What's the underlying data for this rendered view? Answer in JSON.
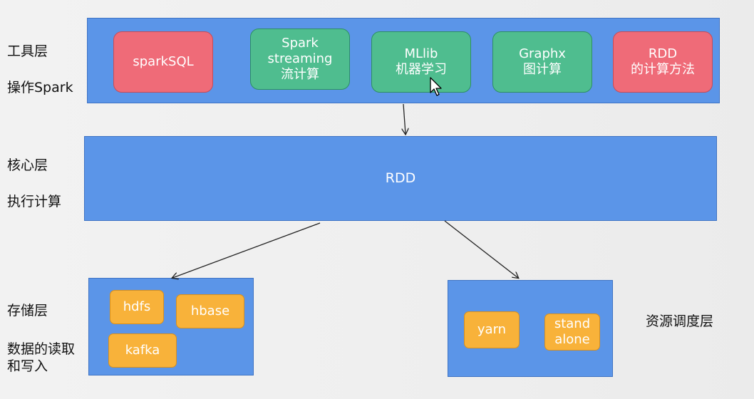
{
  "labels": {
    "tool_layer_title": "工具层",
    "tool_layer_desc": "操作Spark",
    "core_layer_title": "核心层",
    "core_layer_desc": "执行计算",
    "storage_layer_title": "存储层",
    "storage_layer_desc_1": "数据的读取",
    "storage_layer_desc_2": "和写入",
    "resource_layer_title": "资源调度层"
  },
  "tools": [
    {
      "lines": [
        "sparkSQL"
      ]
    },
    {
      "lines": [
        "Spark",
        "streaming",
        "流计算"
      ]
    },
    {
      "lines": [
        "MLlib",
        "机器学习"
      ]
    },
    {
      "lines": [
        "Graphx",
        "图计算"
      ]
    },
    {
      "lines": [
        "RDD",
        "的计算方法"
      ]
    }
  ],
  "core": {
    "label": "RDD"
  },
  "storage": {
    "items": [
      "hdfs",
      "hbase",
      "kafka"
    ]
  },
  "resource": {
    "items": [
      {
        "lines": [
          "yarn"
        ]
      },
      {
        "lines": [
          "stand",
          "alone"
        ]
      }
    ]
  },
  "colors": {
    "panel": "#5b95e8",
    "tool_red": "#ef6b78",
    "tool_green": "#4fbd8f",
    "chip_orange": "#f8b23a"
  },
  "icons": {
    "cursor": "mouse-pointer-icon"
  }
}
